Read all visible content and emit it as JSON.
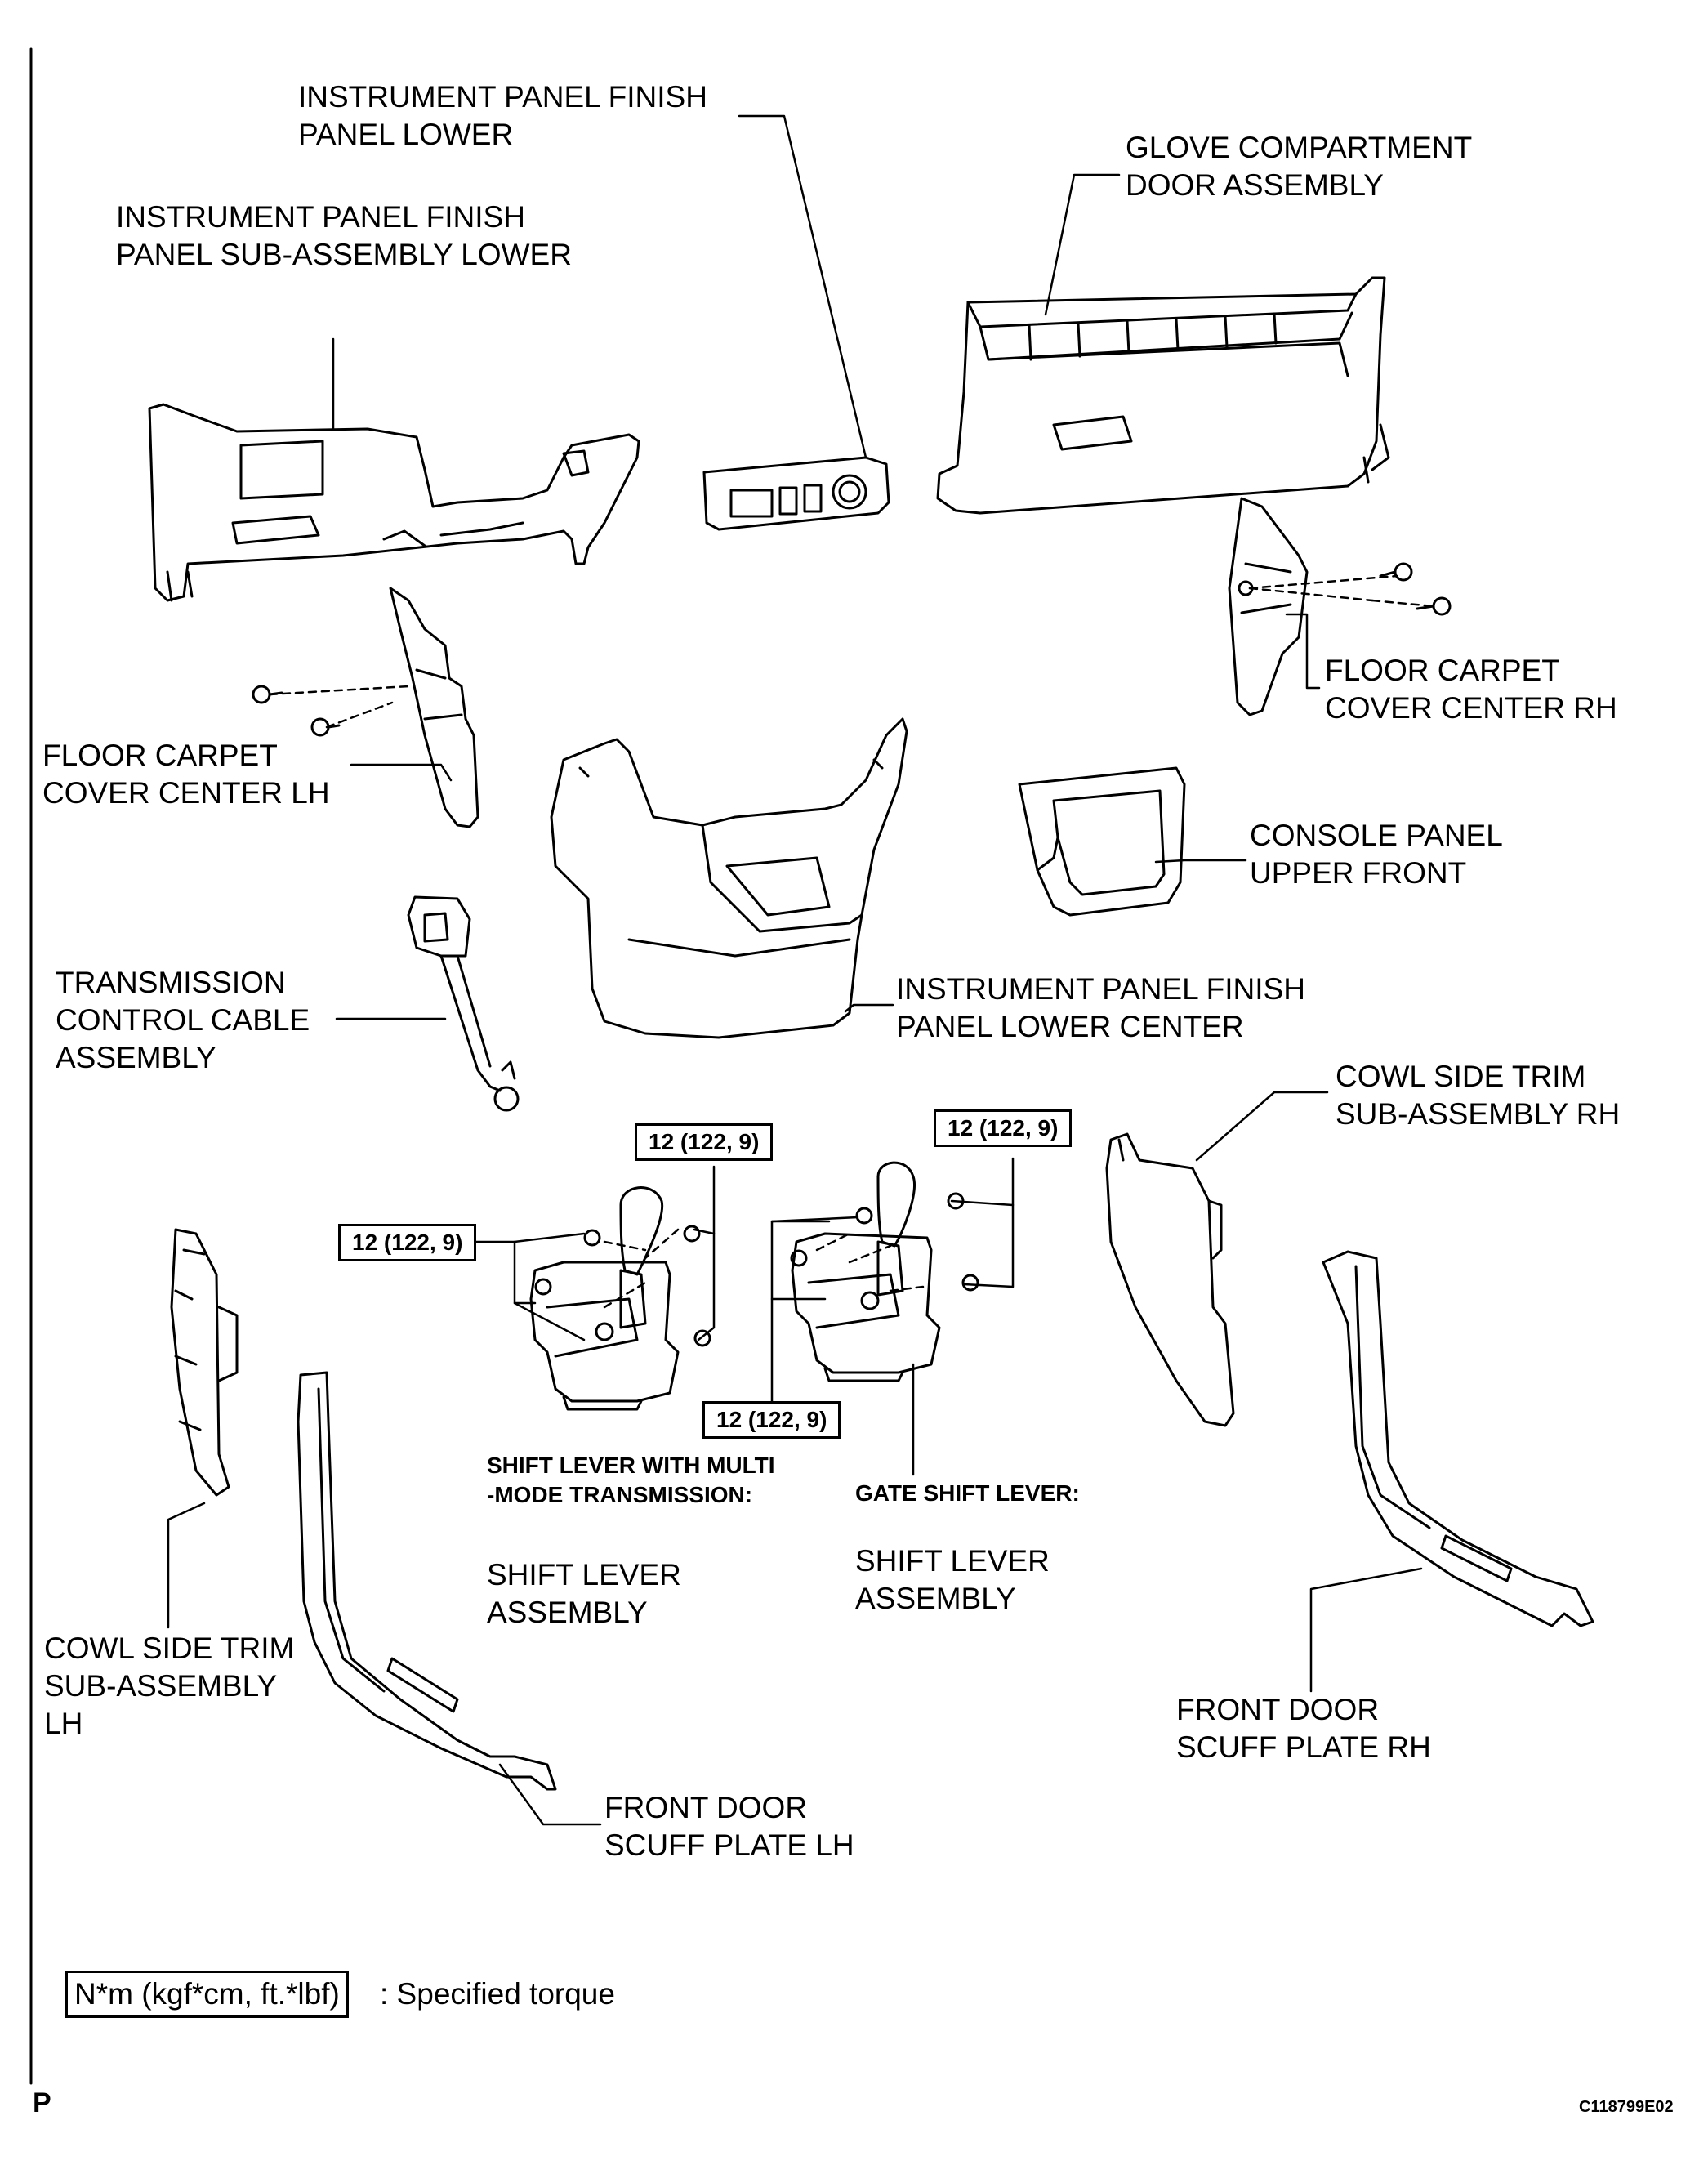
{
  "labels": {
    "ip_finish_lower": "INSTRUMENT PANEL FINISH\nPANEL LOWER",
    "glove_door": "GLOVE COMPARTMENT\nDOOR ASSEMBLY",
    "ip_finish_sub_lower": "INSTRUMENT PANEL FINISH\nPANEL SUB-ASSEMBLY LOWER",
    "carpet_rh": "FLOOR CARPET\nCOVER CENTER RH",
    "carpet_lh": "FLOOR CARPET\nCOVER CENTER LH",
    "console_upper_front": "CONSOLE PANEL\nUPPER FRONT",
    "trans_cable": "TRANSMISSION\nCONTROL CABLE\nASSEMBLY",
    "ip_lower_center": "INSTRUMENT PANEL FINISH\nPANEL LOWER CENTER",
    "cowl_rh": "COWL SIDE TRIM\nSUB-ASSEMBLY RH",
    "cowl_lh": "COWL SIDE TRIM\nSUB-ASSEMBLY\nLH",
    "shift_mm_caption": "SHIFT LEVER WITH MULTI\n-MODE TRANSMISSION:",
    "shift_mm_name": "SHIFT LEVER\nASSEMBLY",
    "gate_caption": "GATE SHIFT LEVER:",
    "gate_name": "SHIFT LEVER\nASSEMBLY",
    "scuff_rh": "FRONT DOOR\nSCUFF PLATE RH",
    "scuff_lh": "FRONT DOOR\nSCUFF PLATE LH"
  },
  "torque": {
    "t1": "12 (122, 9)",
    "t2": "12 (122, 9)",
    "t3": "12 (122, 9)",
    "t4": "12 (122, 9)"
  },
  "legend": {
    "box": "N*m (kgf*cm, ft.*lbf)",
    "text": ": Specified torque"
  },
  "corner_mark": "P",
  "figure_code": "C118799E02"
}
